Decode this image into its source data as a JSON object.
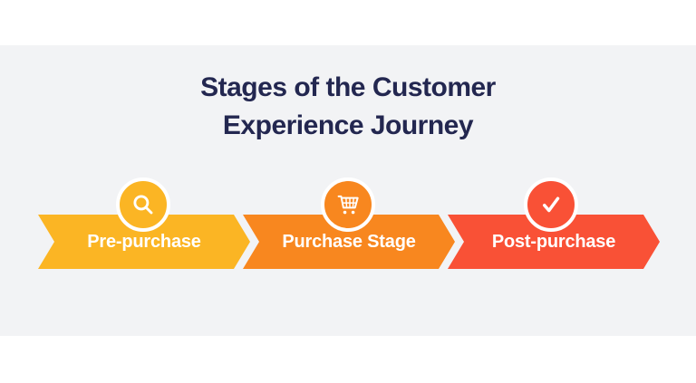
{
  "page": {
    "background_color": "#ffffff",
    "panel_background_color": "#F2F3F5"
  },
  "title": {
    "line1": "Stages of the Customer",
    "line2": "Experience Journey",
    "color": "#232750"
  },
  "stages": [
    {
      "label": "Pre-purchase",
      "icon": "search-icon",
      "color": "#FBB524"
    },
    {
      "label": "Purchase Stage",
      "icon": "cart-icon",
      "color": "#F8871F"
    },
    {
      "label": "Post-purchase",
      "icon": "check-icon",
      "color": "#F95136"
    }
  ]
}
